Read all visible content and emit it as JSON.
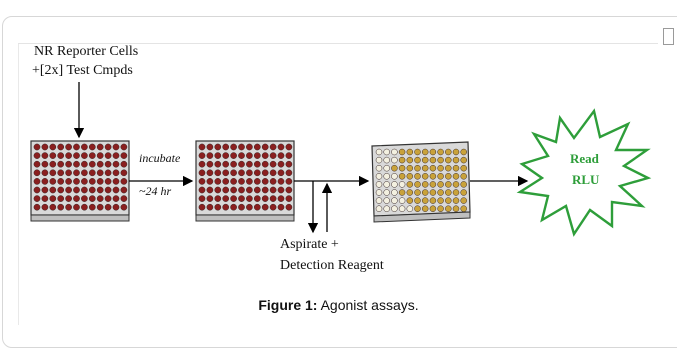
{
  "diagram": {
    "step1_line1": "NR Reporter Cells",
    "step1_line2": "+[2x] Test Cmpds",
    "incubate_line1": "incubate",
    "incubate_line2": "~24 hr",
    "aspirate_line1": "Aspirate +",
    "aspirate_line2": "Detection Reagent",
    "read_line1": "Read",
    "read_line2": "RLU"
  },
  "caption": {
    "label": "Figure 1:",
    "text": " Agonist assays."
  },
  "colors": {
    "well_red": "#8a1f1f",
    "well_gold": "#c9a23a",
    "well_empty": "#f3f0e0",
    "starburst": "#2e9e3a",
    "plate_fill": "#dcdcdc"
  }
}
